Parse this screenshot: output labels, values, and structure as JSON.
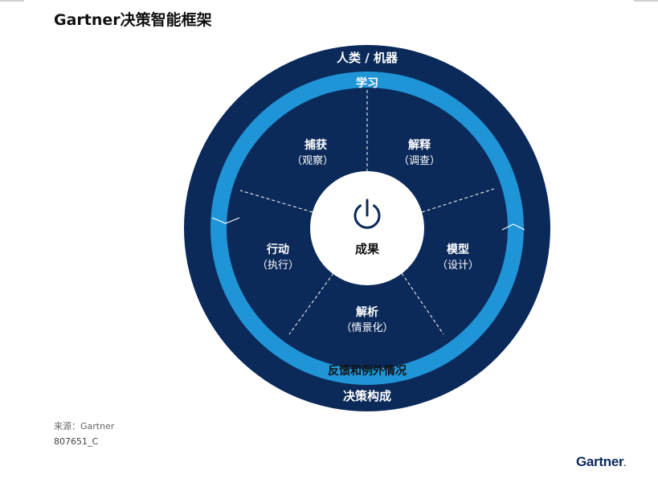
{
  "title": "Gartner决策智能框架",
  "colors": {
    "outer_ring": "#0b2a5a",
    "inner_ring": "#1f95d8",
    "core": "#ffffff",
    "text_light": "#ffffff",
    "text_dark": "#111111",
    "brand": "#0b2a5a"
  },
  "diagram": {
    "outer_ring_label_top": "人类 / 机器",
    "outer_ring_label_bottom": "决策构成",
    "inner_ring_label_top": "学习",
    "inner_ring_label_bottom": "反馈和例外情况",
    "center_icon": "power-icon",
    "center_label": "成果",
    "segments": [
      {
        "id": "capture",
        "label": "捕获",
        "sublabel": "（观察）"
      },
      {
        "id": "interpret",
        "label": "解释",
        "sublabel": "（调查）"
      },
      {
        "id": "model",
        "label": "模型",
        "sublabel": "（设计）"
      },
      {
        "id": "analyze",
        "label": "解析",
        "sublabel": "（情景化）"
      },
      {
        "id": "act",
        "label": "行动",
        "sublabel": "（执行）"
      }
    ]
  },
  "footer": {
    "source": "来源：Gartner",
    "doc_id": "807651_C",
    "logo_text": "Gartner"
  }
}
